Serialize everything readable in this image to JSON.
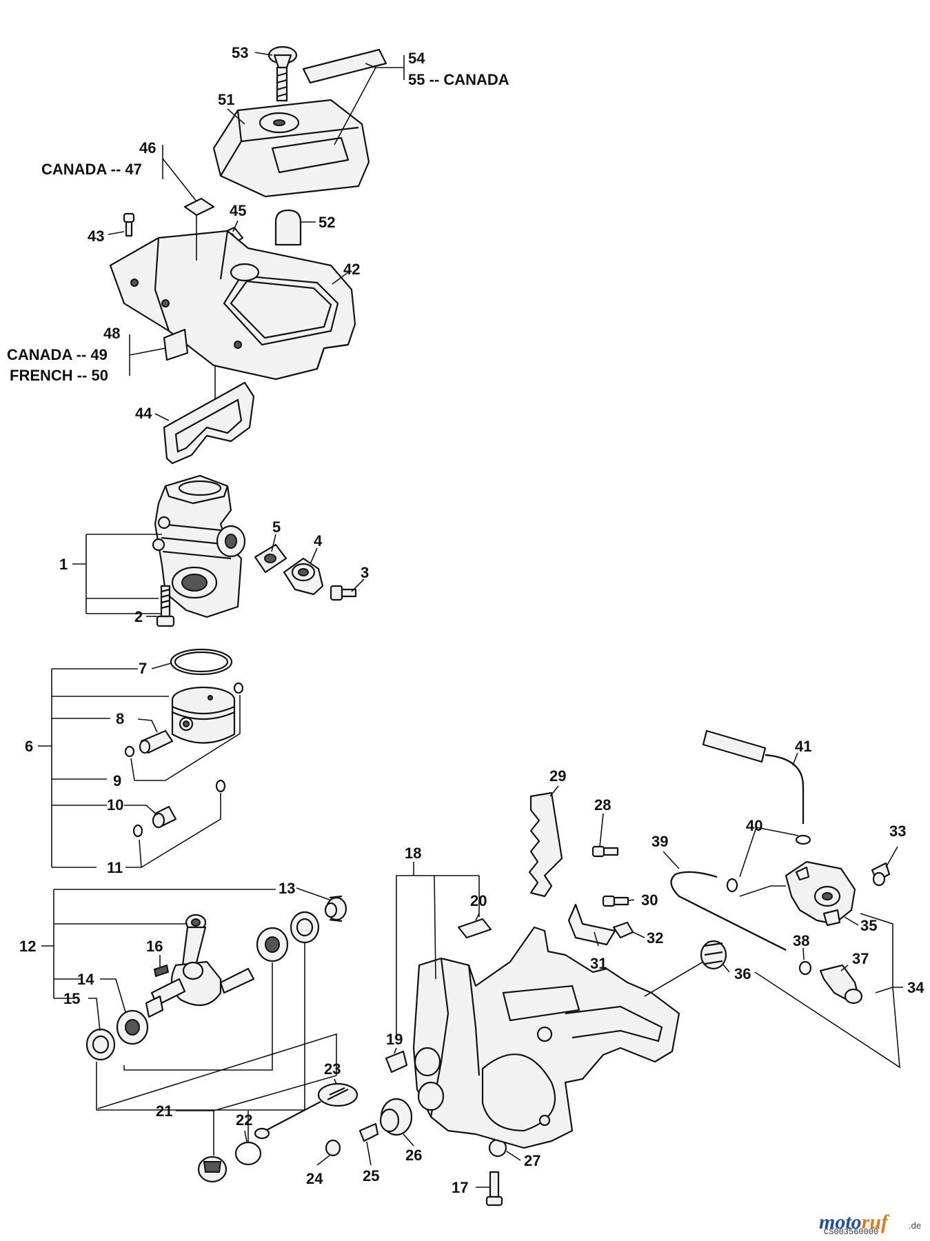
{
  "labels": {
    "p1": "1",
    "p2": "2",
    "p3": "3",
    "p4": "4",
    "p5": "5",
    "p6": "6",
    "p7": "7",
    "p8": "8",
    "p9": "9",
    "p10": "10",
    "p11": "11",
    "p12": "12",
    "p13": "13",
    "p14": "14",
    "p15": "15",
    "p16": "16",
    "p17": "17",
    "p18": "18",
    "p19": "19",
    "p20": "20",
    "p21": "21",
    "p22": "22",
    "p23": "23",
    "p24": "24",
    "p25": "25",
    "p26": "26",
    "p27": "27",
    "p28": "28",
    "p29": "29",
    "p30": "30",
    "p31": "31",
    "p32": "32",
    "p33": "33",
    "p34": "34",
    "p35": "35",
    "p36": "36",
    "p37": "37",
    "p38": "38",
    "p39": "39",
    "p40": "40",
    "p41": "41",
    "p42": "42",
    "p43": "43",
    "p44": "44",
    "p45": "45",
    "p46": "46",
    "p47": "CANADA -- 47",
    "p48": "48",
    "p49": "CANADA -- 49",
    "p50": "FRENCH -- 50",
    "p51": "51",
    "p52": "52",
    "p53": "53",
    "p54": "54",
    "p55": "55 -- CANADA"
  },
  "watermark": {
    "brand_a": "moto",
    "brand_b": "ruf",
    "suffix": ".de",
    "code": "CS003560000"
  },
  "colors": {
    "ink": "#111111",
    "brand_blue": "#1f4fa0",
    "brand_orange": "#e07a1a"
  }
}
